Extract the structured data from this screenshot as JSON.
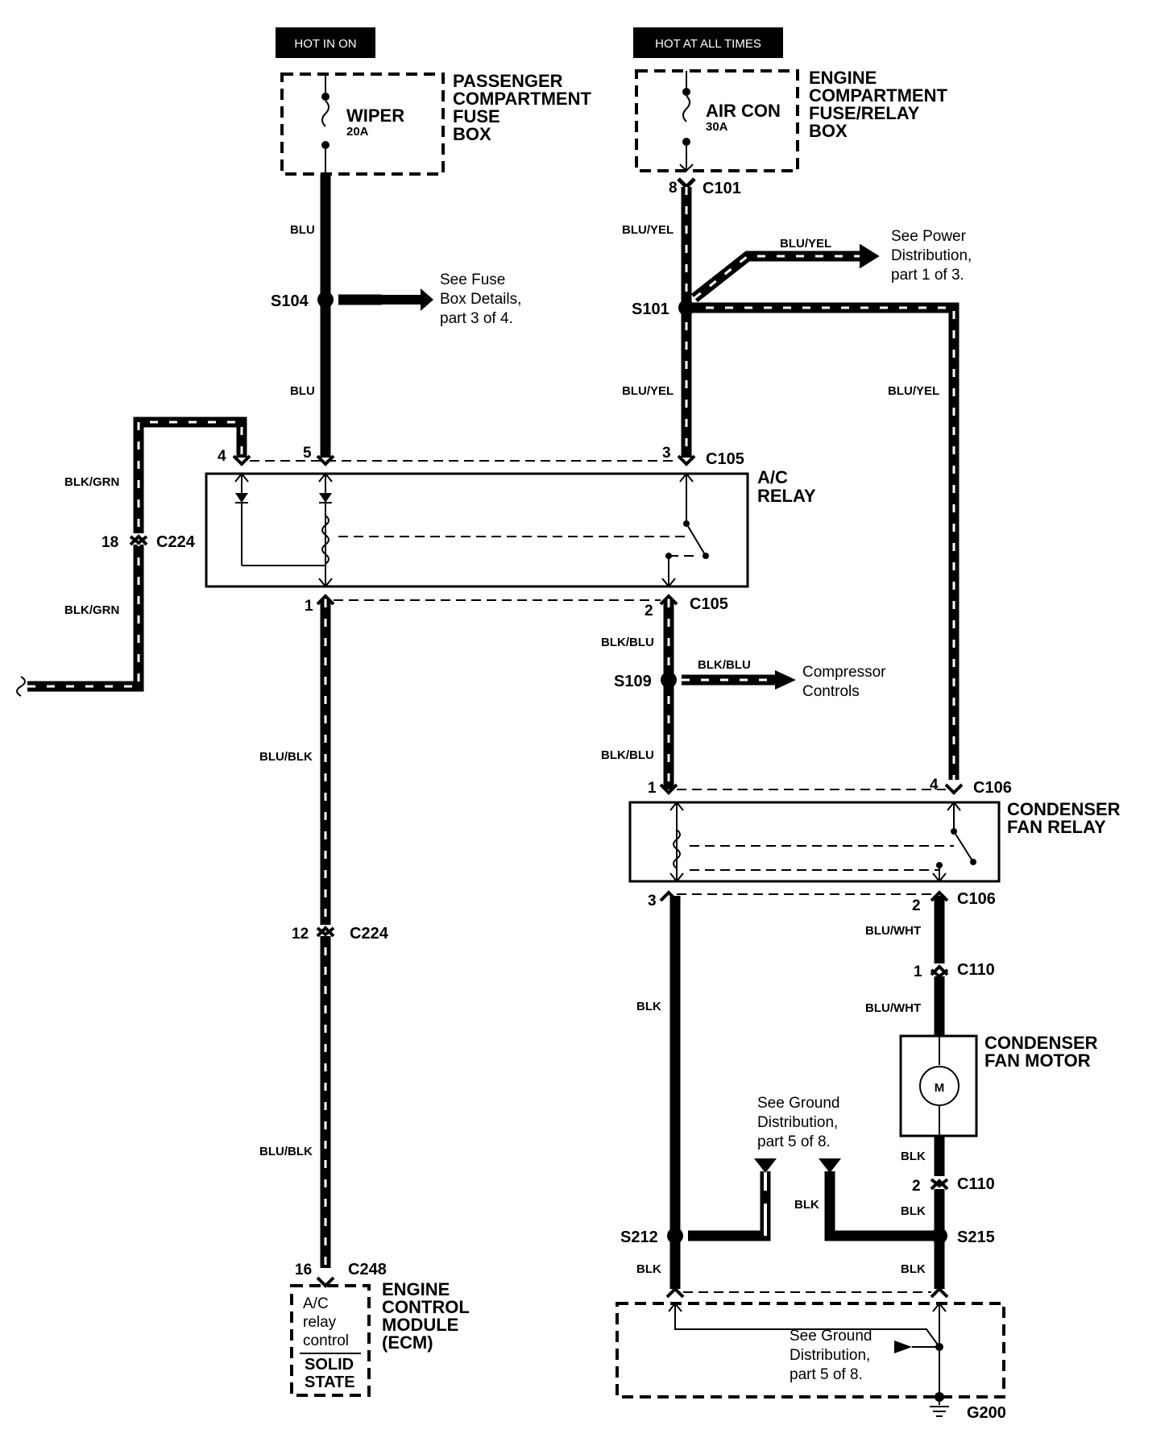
{
  "headers": {
    "hot_in_on": "HOT IN ON",
    "hot_at_all_times": "HOT AT ALL TIMES"
  },
  "passenger_fusebox": {
    "name_lines": [
      "PASSENGER",
      "COMPARTMENT",
      "FUSE",
      "BOX"
    ],
    "fuse_name": "WIPER",
    "fuse_rating": "20A"
  },
  "engine_fusebox": {
    "name_lines": [
      "ENGINE",
      "COMPARTMENT",
      "FUSE/RELAY",
      "BOX"
    ],
    "fuse_name": "AIR CON",
    "fuse_rating": "30A"
  },
  "wire_colors": {
    "blu": "BLU",
    "blu_yel": "BLU/YEL",
    "blk_grn": "BLK/GRN",
    "blu_blk": "BLU/BLK",
    "blk_blu": "BLK/BLU",
    "blu_wht": "BLU/WHT",
    "blk": "BLK"
  },
  "splices": {
    "s104": "S104",
    "s101": "S101",
    "s109": "S109",
    "s212": "S212",
    "s215": "S215"
  },
  "connectors": {
    "c101": "C101",
    "c105": "C105",
    "c224": "C224",
    "c248": "C248",
    "c106": "C106",
    "c110": "C110",
    "g200": "G200"
  },
  "pins": {
    "p8": "8",
    "p4": "4",
    "p5": "5",
    "p3": "3",
    "p1": "1",
    "p2": "2",
    "p18": "18",
    "p12": "12",
    "p16": "16"
  },
  "references": {
    "fuse_box_details": [
      "See Fuse",
      "Box Details,",
      "part 3 of 4."
    ],
    "power_distribution": [
      "See Power",
      "Distribution,",
      "part 1 of 3."
    ],
    "compressor_controls": [
      "Compressor",
      "Controls"
    ],
    "ground_distribution_upper": [
      "See Ground",
      "Distribution,",
      "part 5 of 8."
    ],
    "ground_distribution_lower": [
      "See Ground",
      "Distribution,",
      "part 5 of 8."
    ]
  },
  "components": {
    "ac_relay": [
      "A/C",
      "RELAY"
    ],
    "condenser_fan_relay": [
      "CONDENSER",
      "FAN RELAY"
    ],
    "condenser_fan_motor": [
      "CONDENSER",
      "FAN MOTOR"
    ],
    "motor_symbol": "M",
    "ecm": [
      "ENGINE",
      "CONTROL",
      "MODULE",
      "(ECM)"
    ],
    "ecm_inner": [
      "A/C",
      "relay",
      "control"
    ],
    "ecm_solid_state": [
      "SOLID",
      "STATE"
    ]
  }
}
